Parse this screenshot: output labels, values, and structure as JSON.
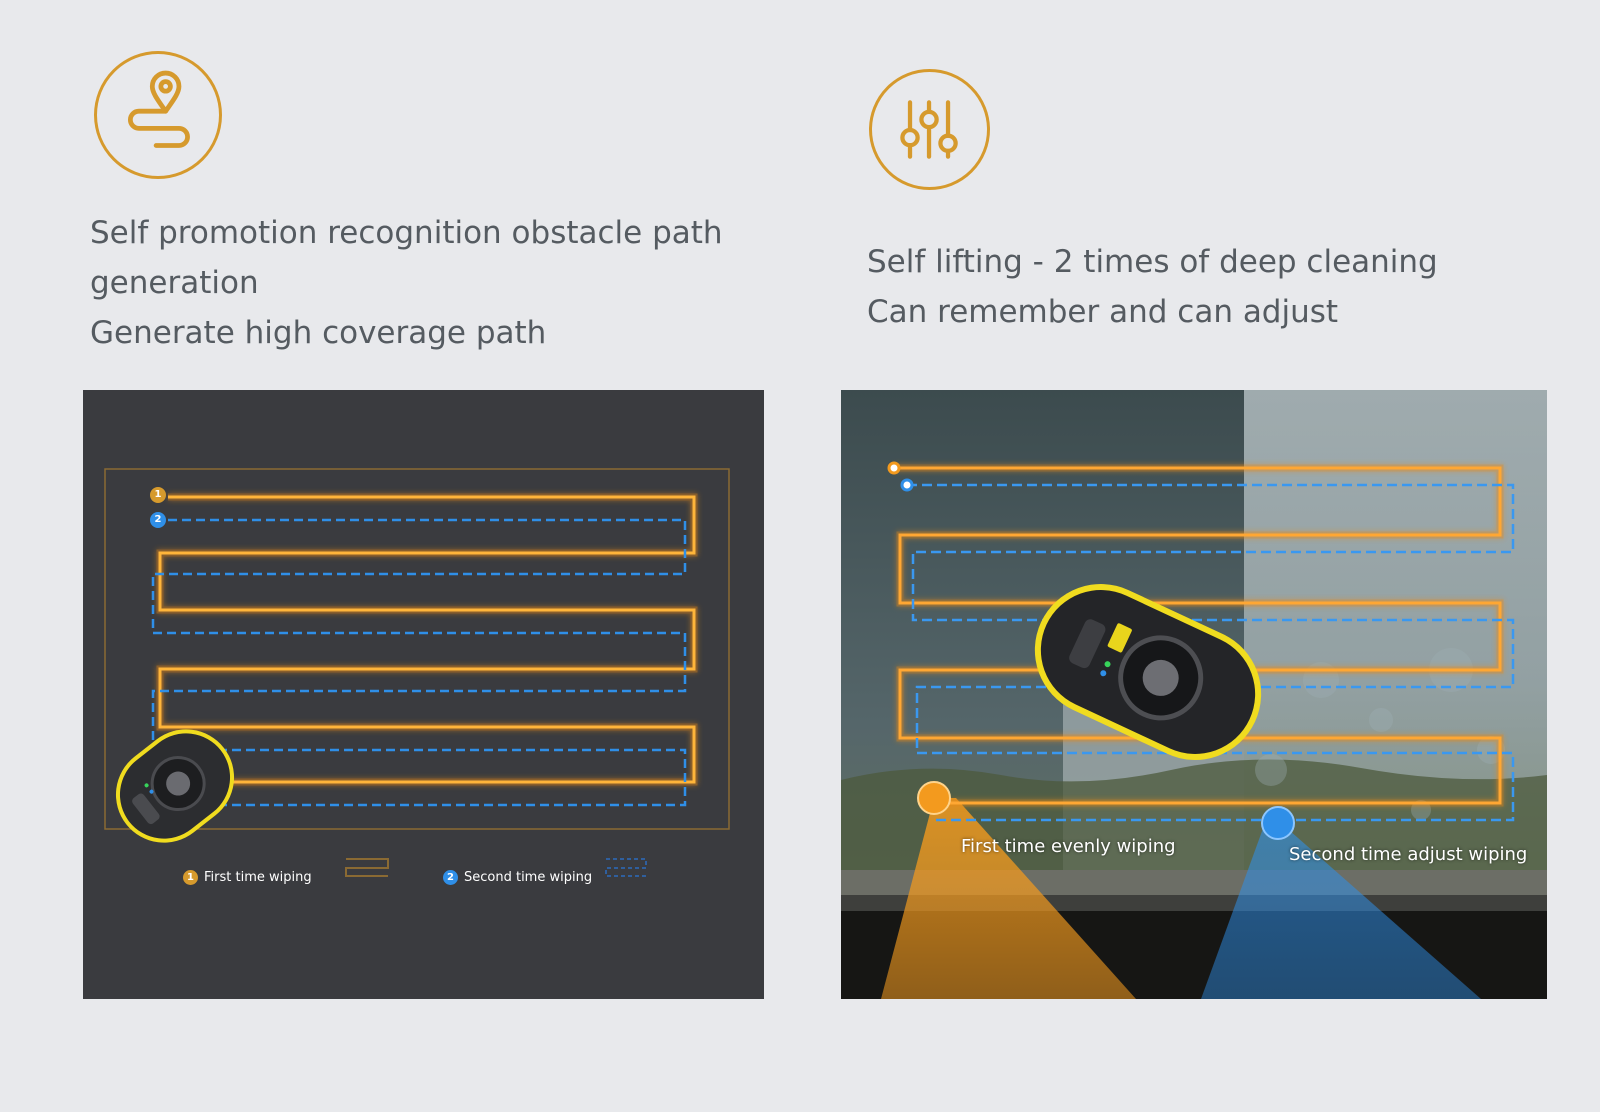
{
  "left_feature": {
    "icon": "map-pin-path-icon",
    "lines": [
      "Self promotion recognition obstacle path",
      "generation",
      "Generate high coverage path"
    ],
    "diagram": {
      "legend_first_number": "1",
      "legend_first_label": "First time wiping",
      "legend_second_number": "2",
      "legend_second_label": "Second time wiping",
      "marker_first": "1",
      "marker_second": "2"
    }
  },
  "right_feature": {
    "icon": "sliders-icon",
    "lines": [
      "Self lifting - 2 times of deep cleaning",
      "Can remember and can adjust"
    ],
    "photo": {
      "label_first": "First time evenly wiping",
      "label_second": "Second time adjust wiping"
    }
  },
  "colors": {
    "background": "#e8e9ec",
    "accent_gold": "#d69a2d",
    "text": "#555b61",
    "first_path": "#f39a1e",
    "second_path": "#2f8fe8",
    "panel_dark": "#3a3b3f"
  }
}
